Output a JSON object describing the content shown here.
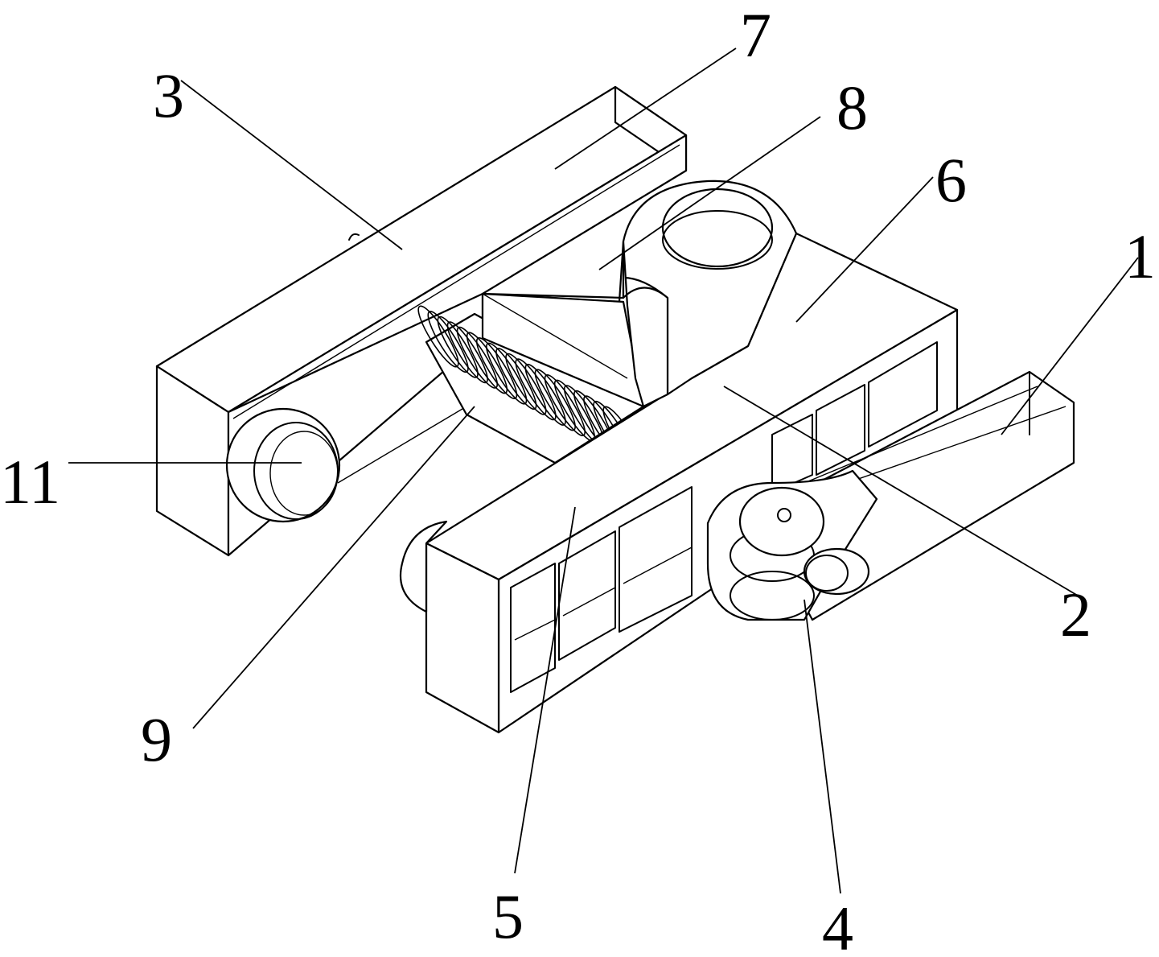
{
  "labels": {
    "l1": "1",
    "l2": "2",
    "l3": "3",
    "l4": "4",
    "l5": "5",
    "l6": "6",
    "l7": "7",
    "l8": "8",
    "l9": "9",
    "l11": "11"
  },
  "colors": {
    "line": "#000000",
    "background": "#ffffff"
  }
}
